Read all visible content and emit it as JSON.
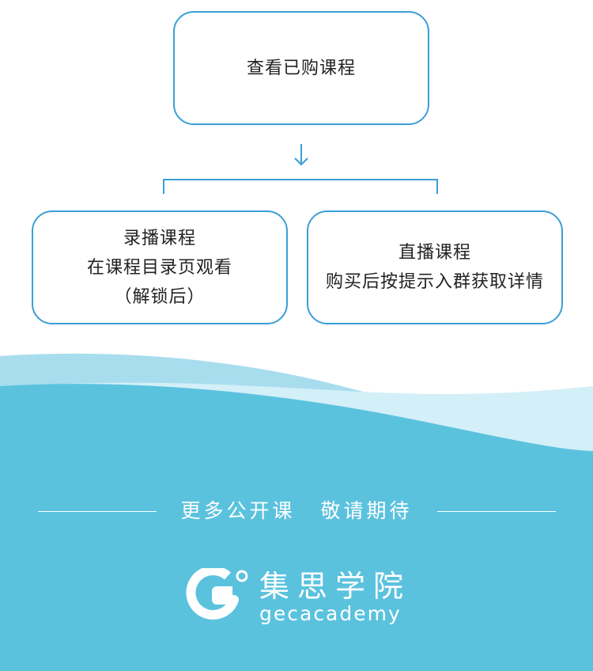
{
  "flow": {
    "top": {
      "label": "查看已购课程"
    },
    "left": {
      "lines": [
        "录播课程",
        "在课程目录页观看",
        "（解锁后）"
      ]
    },
    "right": {
      "lines": [
        "直播课程",
        "购买后按提示入群获取详情"
      ]
    }
  },
  "footer": {
    "tagline_part1": "更多公开课",
    "tagline_part2": "敬请期待",
    "brand_cn": "集思学院",
    "brand_en": "gecacademy"
  },
  "colors": {
    "border": "#3a9fd6",
    "wave_main": "#5bc2de",
    "wave_light": "#a8ddee",
    "wave_pale": "#d3eff7"
  }
}
